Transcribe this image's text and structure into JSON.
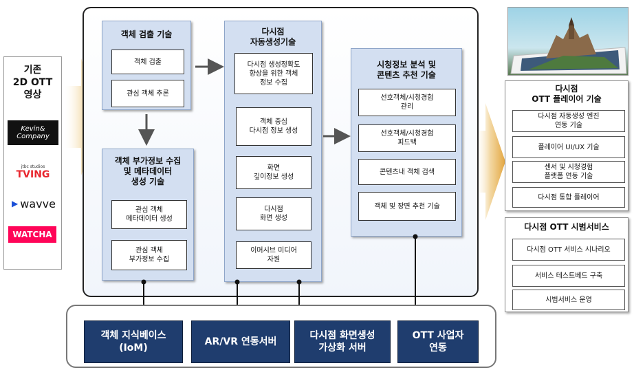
{
  "left": {
    "title": "기존\n2D OTT\n영상",
    "logos": {
      "kevin": "Kevin&\nCompany",
      "tving_small": "jtbc studios",
      "tving": "TVING",
      "wavve": "wavve",
      "watcha": "WATCHA"
    }
  },
  "object_detection": {
    "title": "객체 검출 기술",
    "items": [
      "객체 검출",
      "관심 객체 추론"
    ]
  },
  "metadata": {
    "title": "객체 부가정보 수집\n및 메타데이터\n생성 기술",
    "items": [
      "관심 객체\n메타데이터 생성",
      "관심 객체\n부가정보 수집"
    ]
  },
  "multiview": {
    "title": "다시점\n자동생성기술",
    "items": [
      "다시점 생성정확도\n향상을 위한 객체\n정보 수집",
      "객체 중심\n다시점 정보 생성",
      "화면\n깊이정보 생성",
      "다시점\n화면 생성",
      "이머시브 미디어\n자원"
    ]
  },
  "analysis": {
    "title": "시청정보 분석 및\n콘텐츠 추천 기술",
    "items": [
      "선호객체/시청경험\n관리",
      "선호객체/시청경험\n피드백",
      "콘텐츠내 객체 검색",
      "객체 및 장면 추천 기술"
    ]
  },
  "player": {
    "title": "다시점\nOTT 플레이어 기술",
    "items": [
      "다시점 자동생성 엔진\n연동 기술",
      "플레이어 UI/UX 기술",
      "센서 및 시청경험\n플랫폼 연동 기술",
      "다시점 통합 플레이어"
    ]
  },
  "pilot": {
    "title": "다시점 OTT 시범서비스",
    "items": [
      "다시점 OTT 서비스 시나리오",
      "서비스 테스트베드 구축",
      "시범서비스 운영"
    ]
  },
  "servers": [
    "객체 지식베이스\n(IoM)",
    "AR/VR 연동서버",
    "다시점 화면생성\n가상화 서버",
    "OTT 사업자\n연동"
  ],
  "colors": {
    "panel": "#d3dff1",
    "server": "#1f3d6e",
    "arrow": "#e8b04a"
  }
}
